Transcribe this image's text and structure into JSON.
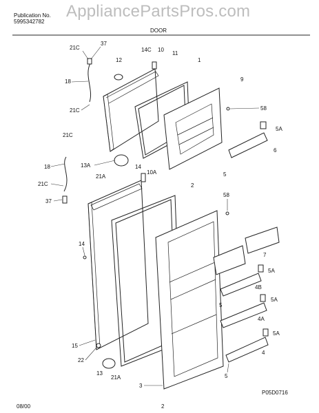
{
  "header": {
    "publication_label": "Publication No.",
    "publication_number": "5995342782",
    "section_title": "DOOR",
    "watermark": "AppliancePartsPros.com"
  },
  "footer": {
    "date": "08/00",
    "page_number": "2",
    "diagram_code": "P05D0716"
  },
  "callouts": [
    "21C",
    "37",
    "12",
    "14C",
    "10",
    "11",
    "1",
    "9",
    "18",
    "21C",
    "58",
    "5A",
    "6",
    "21C",
    "13A",
    "14",
    "10A",
    "18",
    "21A",
    "21C",
    "5",
    "37",
    "2",
    "58",
    "14",
    "7",
    "5A",
    "4B",
    "5A",
    "5",
    "4A",
    "5A",
    "15",
    "22",
    "4",
    "13",
    "21A",
    "3",
    "5"
  ]
}
